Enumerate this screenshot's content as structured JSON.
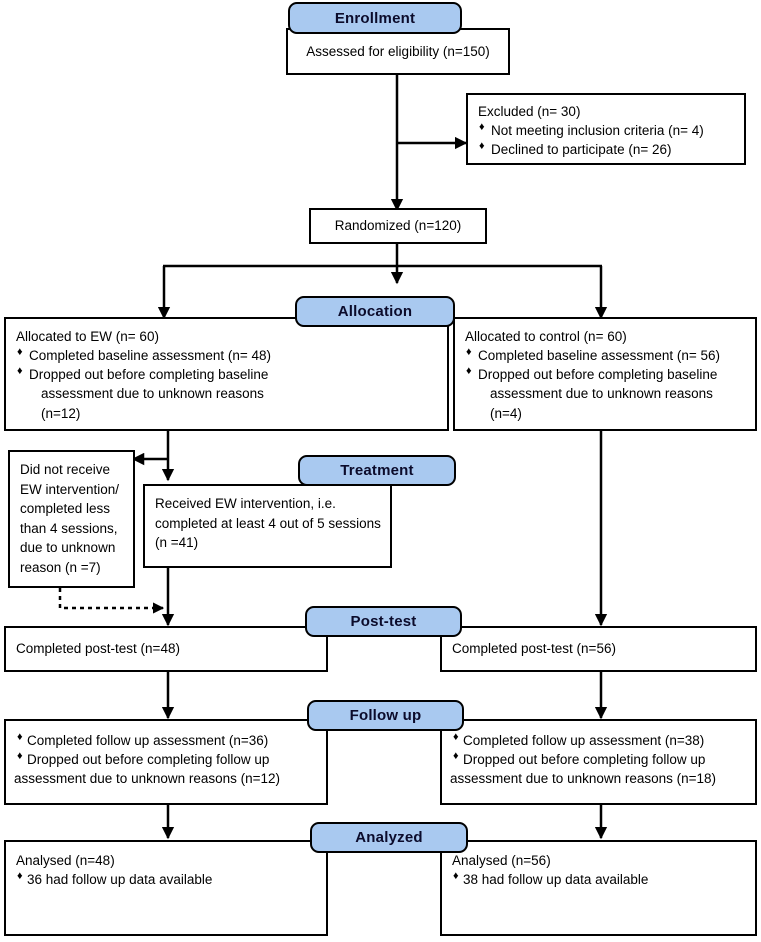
{
  "figure": {
    "type": "consort-flow-diagram",
    "accent_blue": "#a9c9f0",
    "border_color": "#000000",
    "background": "#ffffff"
  },
  "banners": {
    "enrollment": "Enrollment",
    "allocation": "Allocation",
    "treatment": "Treatment",
    "posttest": "Post-test",
    "followup": "Follow up",
    "analyzed": "Analyzed"
  },
  "nodes": {
    "assessed": {
      "line1": "Assessed for eligibility (n=150)"
    },
    "excluded": {
      "heading": "Excluded (n= 30)",
      "bullets": [
        "Not meeting inclusion criteria (n= 4)",
        "Declined to participate (n= 26)"
      ]
    },
    "randomized": {
      "line1": "Randomized (n=120)"
    },
    "allocated_ew": {
      "heading": "Allocated to EW (n= 60)",
      "bullet1": "Completed baseline assessment (n= 48)",
      "bullet2_line1": "Dropped out before completing baseline",
      "bullet2_line2": "assessment due to unknown reasons",
      "bullet2_line3": "(n=12)"
    },
    "allocated_control": {
      "heading": "Allocated to control (n= 60)",
      "bullet1": "Completed baseline assessment (n= 56)",
      "bullet2_line1": "Dropped out before completing baseline",
      "bullet2_line2": "assessment due to unknown reasons",
      "bullet2_line3": "(n=4)"
    },
    "did_not_receive": {
      "text": "Did not receive EW intervention/ completed less than 4 sessions, due to unknown reason (n =7)"
    },
    "received_ew": {
      "text": "Received EW intervention, i.e. completed at least 4 out of 5 sessions (n =41)"
    },
    "posttest_left": {
      "line1": "Completed post-test (n=48)"
    },
    "posttest_right": {
      "line1": "Completed post-test (n=56)"
    },
    "followup_left": {
      "bullet1": "Completed follow up assessment (n=36)",
      "bullet2_line1": "Dropped out before completing follow up",
      "bullet2_line2": "assessment due to unknown reasons (n=12)"
    },
    "followup_right": {
      "bullet1": "Completed follow up assessment (n=38)",
      "bullet2_line1": "Dropped out before completing follow up",
      "bullet2_line2": "assessment due to unknown reasons (n=18)"
    },
    "analysed_left": {
      "heading": "Analysed (n=48)",
      "bullet1": "36 had follow up data available"
    },
    "analysed_right": {
      "heading": "Analysed (n=56)",
      "bullet1": "38 had follow up data available"
    }
  }
}
